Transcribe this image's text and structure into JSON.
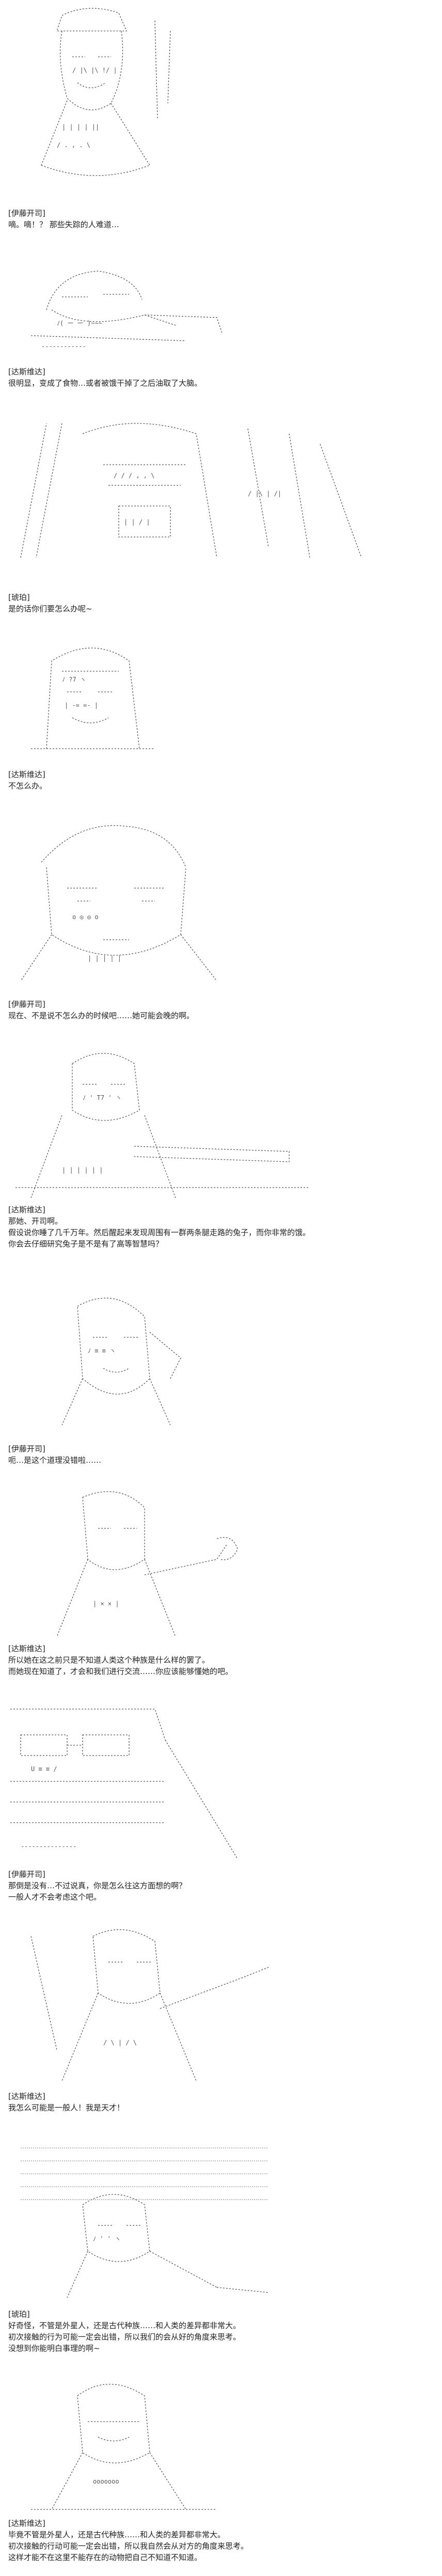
{
  "panels": [
    {
      "art": "ascii-art-man-with-hat-smiling",
      "speaker": "[伊藤开司]",
      "lines": [
        "嘀。嘀！？ 那些失踪的人难道…"
      ]
    },
    {
      "art": "ascii-art-man-lying-down",
      "speaker": "[达斯维达]",
      "lines": [
        "很明显，变成了食物…或者被饿干掉了之后油取了大脑。"
      ]
    },
    {
      "art": "ascii-art-group-of-figures",
      "speaker": "[琥珀]",
      "lines": [
        "是的话你们要怎么办呢~"
      ]
    },
    {
      "art": "ascii-art-hooded-figure",
      "speaker": "[达斯维达]",
      "lines": [
        "不怎么办。"
      ]
    },
    {
      "art": "ascii-art-shocked-man-closeup",
      "speaker": "[伊藤开司]",
      "lines": [
        "现在、不是说不怎么办的时候吧……她可能会晚的啊。"
      ]
    },
    {
      "art": "ascii-art-man-at-table",
      "speaker": "[达斯维达]",
      "lines": [
        "那她、开司啊。",
        "假设说你睡了几千万年。然后醒起来发现周围有一群两条腿走路的兔子，而你非常的饿。",
        "你会去仔细研究兔子是不是有了高等智慧吗？"
      ]
    },
    {
      "art": "ascii-art-man-leaning-head",
      "speaker": "[伊藤开司]",
      "lines": [
        "呃…是这个道理没错啦……"
      ]
    },
    {
      "art": "ascii-art-man-raising-fist",
      "speaker": "[达斯维达]",
      "lines": [
        "所以她在这之前只是不知道人类这个种族是什么样的罢了。",
        "而她现在知道了，才会和我们进行交流……你应该能够懂她的吧。"
      ]
    },
    {
      "art": "ascii-art-man-with-glasses",
      "speaker": "[伊藤开司]",
      "lines": [
        "那倒是没有…不过说真，你是怎么往这方面想的啊？",
        "一般人才不会考虑这个吧。"
      ]
    },
    {
      "art": "ascii-art-man-pointing",
      "speaker": "[达斯维达]",
      "lines": [
        "我怎么可能是一般人！我是天才！"
      ]
    },
    {
      "art": "ascii-art-person-with-backdrop",
      "speaker": "[琥珀]",
      "lines": [
        "好奇怪，不管是外星人，还是古代种族……和人类的差异都非常大。",
        "初次接触的行为可能一定会出错，所以我们的会从好的角度来思考。",
        "没想到你能明白事理的啊~"
      ]
    },
    {
      "art": "ascii-art-helmeted-figure",
      "speaker": "[达斯维达]",
      "lines": [
        "毕竟不管是外星人，还是古代种族……和人类的差异都非常大。",
        "初次接触的行动可能一定会出错，所以我自然会从对方的角度来思考。",
        "这样才能不在这里不能存在的动物把自己不知道不知道。"
      ]
    }
  ]
}
